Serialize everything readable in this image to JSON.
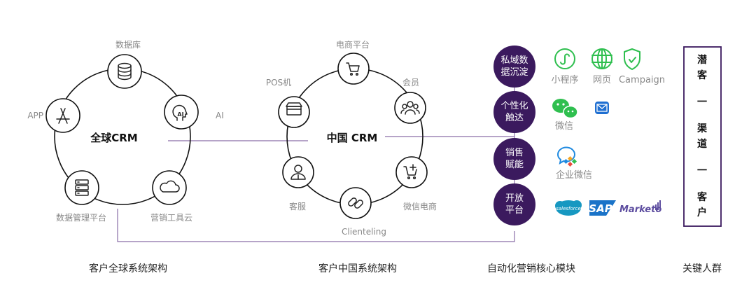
{
  "global": {
    "center": "全球CRM",
    "nodes": [
      "数据库",
      "AI",
      "营销工具云",
      "数据管理平台",
      "APP"
    ],
    "caption": "客户全球系统架构"
  },
  "china": {
    "center": "中国 CRM",
    "nodes": [
      "电商平台",
      "会员",
      "微信电商",
      "Clienteling",
      "客服",
      "POS机"
    ],
    "caption": "客户中国系统架构"
  },
  "modules": {
    "items": [
      {
        "line1": "私域数",
        "line2": "据沉淀"
      },
      {
        "line1": "个性化",
        "line2": "触达"
      },
      {
        "line1": "销售",
        "line2": "赋能"
      },
      {
        "line1": "开放",
        "line2": "平台"
      }
    ],
    "channels": {
      "miniprogram": "小程序",
      "web": "网页",
      "campaign": "Campaign",
      "wechat": "微信",
      "wecom": "企业微信"
    },
    "logos": {
      "salesforce": "salesforce",
      "sap": "SAP",
      "marketo": "Marketo"
    },
    "caption": "自动化营销核心模块"
  },
  "audience": {
    "chars": [
      "潜",
      "客",
      "一",
      "渠",
      "道",
      "一",
      "客",
      "户"
    ],
    "caption": "关键人群"
  },
  "colors": {
    "purple": "#3b1a5e",
    "line": "#8a6ea8",
    "green": "#2fbf4f",
    "mail": "#1f6fd1",
    "salesforce": "#1798c1",
    "sap": "#1a73c8",
    "marketo": "#5c4c9f"
  }
}
